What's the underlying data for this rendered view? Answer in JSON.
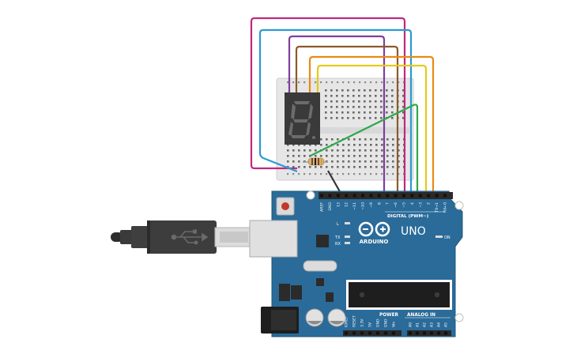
{
  "board": {
    "model": "UNO",
    "brand": "ARDUINO",
    "header_digital_label": "DIGITAL (PWM~)",
    "power_label": "POWER",
    "analog_label": "ANALOG IN",
    "led_l": "L",
    "led_tx": "TX",
    "led_rx": "RX",
    "led_on": "ON",
    "digital_pins": [
      "AREF",
      "GND",
      "13",
      "12",
      "~11",
      "~10",
      "~9",
      "8",
      "7",
      "~6",
      "~5",
      "4",
      "~3",
      "2",
      "TX→1",
      "RX←0"
    ],
    "power_pins": [
      "IOREF",
      "RESET",
      "3.3V",
      "5V",
      "GND",
      "GND",
      "Vin"
    ],
    "analog_pins": [
      "A0",
      "A1",
      "A2",
      "A3",
      "A4",
      "A5"
    ]
  },
  "colors": {
    "board": "#2a6b99",
    "breadboard": "#e6e6e6",
    "display": "#3a3a3a",
    "segment_off": "#6c6c6c",
    "wire_magenta": "#c0287f",
    "wire_cyan": "#2a9ad3",
    "wire_purple": "#7d3f9e",
    "wire_brown": "#8a5a2b",
    "wire_orange": "#e88a16",
    "wire_yellow": "#e6c81a",
    "wire_green": "#2ea84a"
  },
  "icons": {
    "usb_cable": "usb-cable-icon",
    "usb_symbol": "usb-symbol-icon",
    "arduino_logo": "arduino-logo-icon"
  }
}
